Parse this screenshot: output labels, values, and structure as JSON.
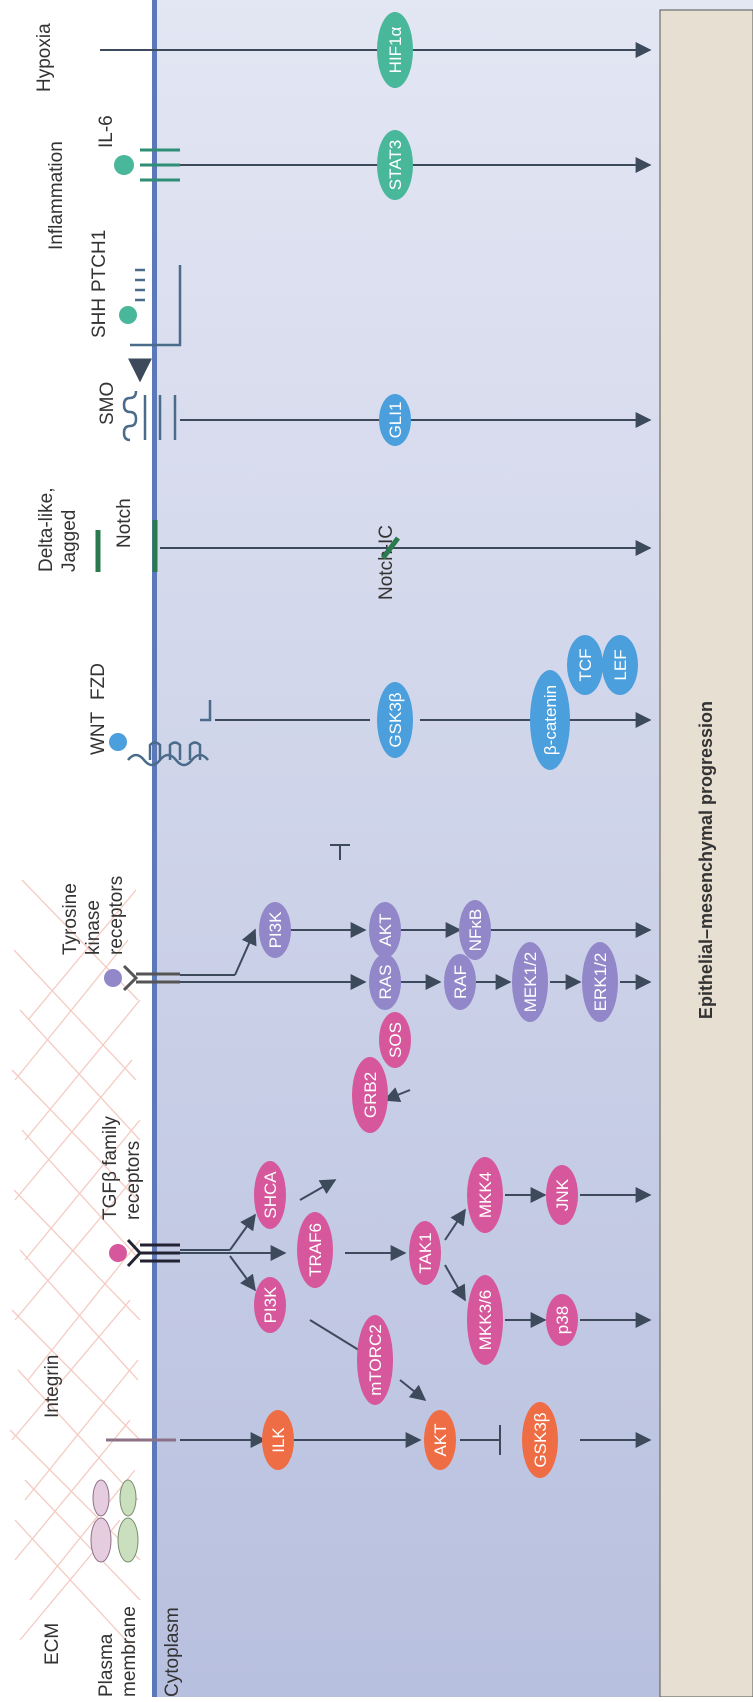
{
  "colors": {
    "cytoplasm_top": "#dde1f1",
    "cytoplasm_bottom": "#bcc3e1",
    "membrane": "#5b78b8",
    "arrow": "#3d4a5c",
    "orange": "#ee6d45",
    "magenta": "#d6579b",
    "purple": "#9287c8",
    "blue": "#4a9fdc",
    "teal": "#49b79a",
    "dark_green": "#2a7a4e",
    "progression_box": "#e7dfd2"
  },
  "labels": {
    "ecm": "ECM",
    "plasma_membrane": [
      "Plasma",
      "membrane"
    ],
    "cytoplasm": "Cytoplasm",
    "integrin": "Integrin",
    "tgfb": [
      "TGFβ family",
      "receptors"
    ],
    "tyrosine": [
      "Tyrosine",
      "kinase",
      "receptors"
    ],
    "wnt": "WNT",
    "fzd": "FZD",
    "delta": [
      "Delta-like,",
      "Jagged"
    ],
    "notch": "Notch",
    "notch_ic": "Notch-IC",
    "smo": "SMO",
    "shh": "SHH",
    "ptch1": "PTCH1",
    "inflammation": "Inflammation",
    "il6": "IL-6",
    "hypoxia": "Hypoxia",
    "progression": "Epithelial–mesenchymal progression"
  },
  "nodes": {
    "ilk": "ILK",
    "akt_integrin": "AKT",
    "gsk3b_integrin": "GSK3β",
    "pi3k_tgf": "PI3K",
    "mtorc2": "mTORC2",
    "traf6": "TRAF6",
    "tak1": "TAK1",
    "mkk36": "MKK3/6",
    "mkk4": "MKK4",
    "p38": "p38",
    "jnk": "JNK",
    "shca": "SHCA",
    "grb2": "GRB2",
    "sos": "SOS",
    "ras": "RAS",
    "raf": "RAF",
    "mek": "MEK1/2",
    "erk": "ERK1/2",
    "pi3k_tyr": "PI3K",
    "akt_tyr": "AKT",
    "nfkb": "NFκB",
    "gsk3b_wnt": "GSK3β",
    "bcatenin": "β-catenin",
    "tcf": "TCF",
    "lef": "LEF",
    "gli1": "GLI1",
    "stat3": "STAT3",
    "hif1a": "HIF1α"
  }
}
